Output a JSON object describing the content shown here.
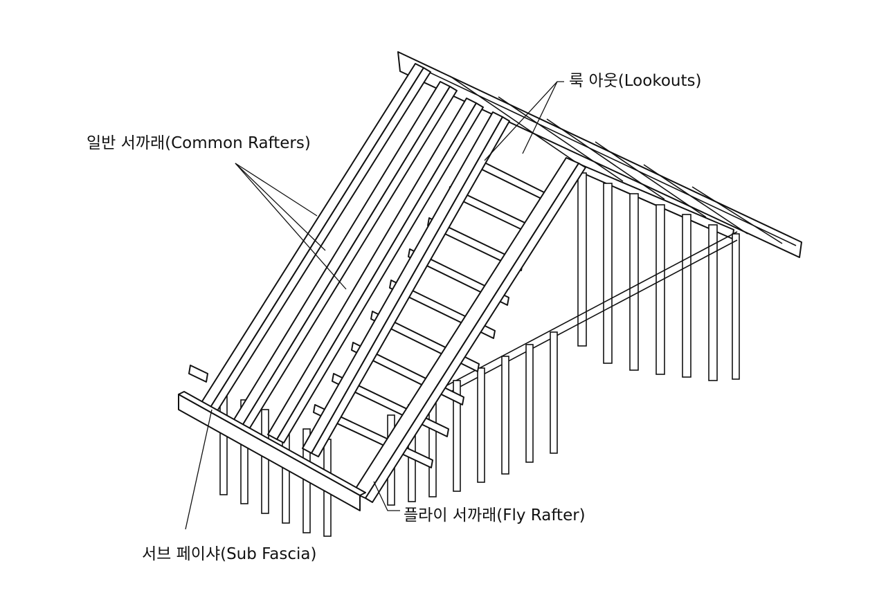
{
  "labels": {
    "lookouts": "룩 아웃(Lookouts)",
    "common_rafters": "일반 서까래(Common Rafters)",
    "fly_rafter": "플라이 서까래(Fly Rafter)",
    "sub_fascia": "서브 페이샤(Sub Fascia)"
  }
}
